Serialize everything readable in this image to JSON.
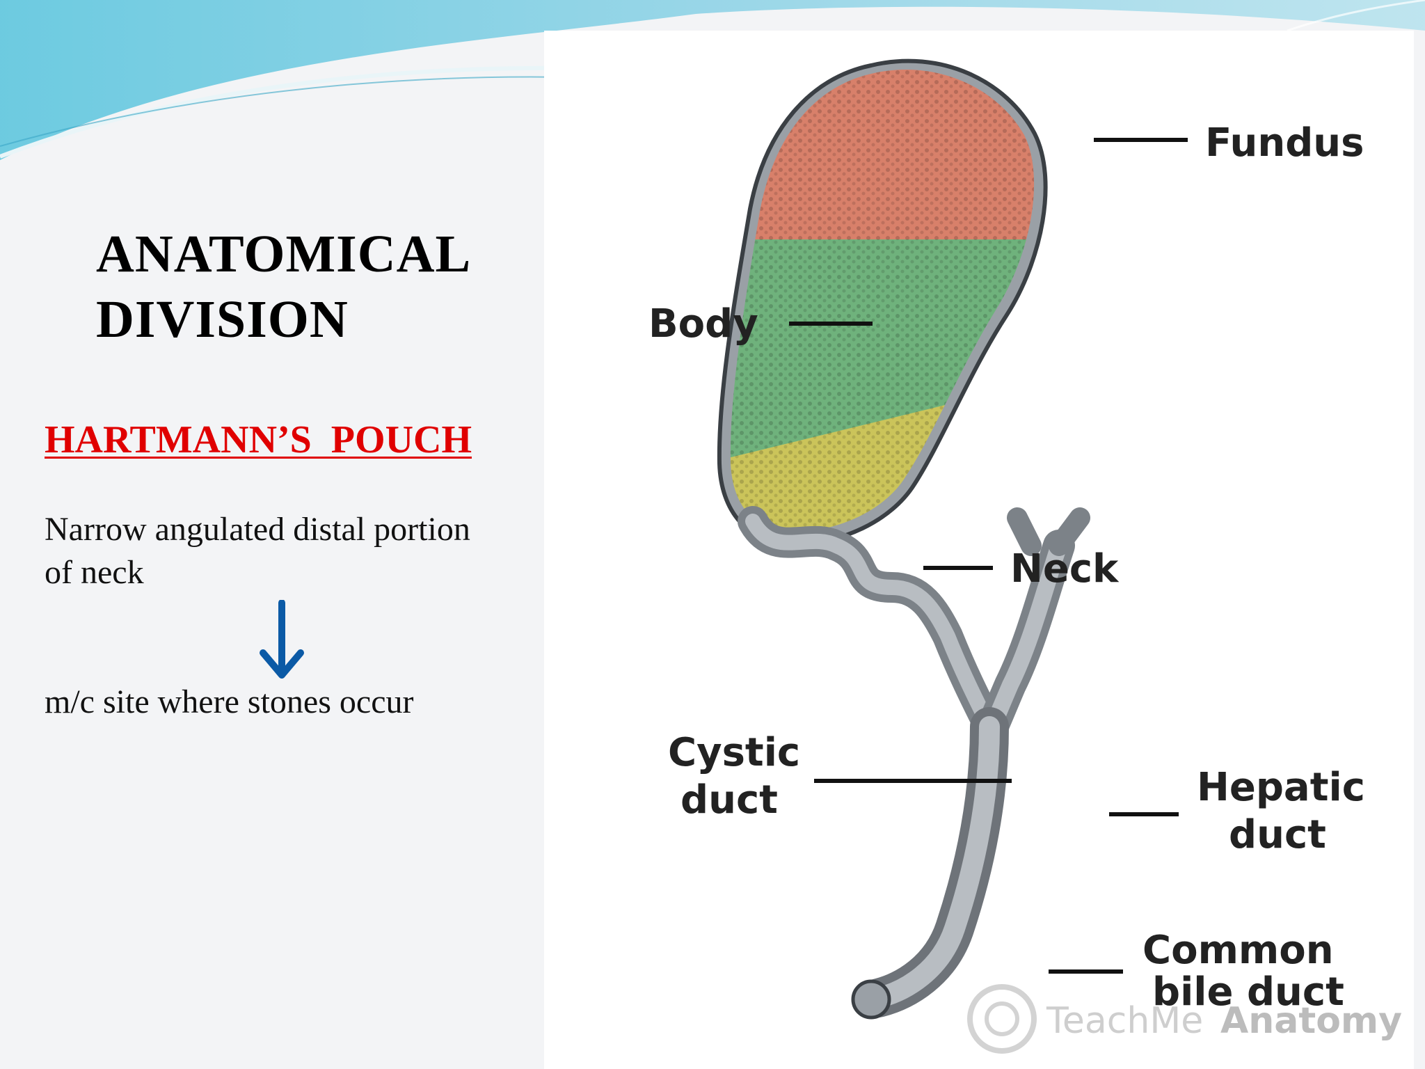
{
  "slide": {
    "title_line1": "ANATOMICAL",
    "title_line2": "DIVISION",
    "subheading": "HARTMANN’S  POUCH",
    "description": "Narrow angulated distal portion of neck",
    "arrow_icon": "down-arrow-icon",
    "conclusion": "m/c site where stones occur"
  },
  "figure": {
    "labels": {
      "fundus": "Fundus",
      "body": "Body",
      "neck": "Neck",
      "cystic_duct_line1": "Cystic",
      "cystic_duct_line2": "duct",
      "hepatic_duct_line1": "Hepatic",
      "hepatic_duct_line2": "duct",
      "common_bile_duct_line1": "Common",
      "common_bile_duct_line2": "bile duct"
    },
    "watermark_light": "TeachMe",
    "watermark_bold": "Anatomy",
    "colors": {
      "fundus": "#d8806a",
      "body": "#6fb27c",
      "neck": "#cbc45a",
      "arrow": "#0b5aa6",
      "subheading": "#e00000"
    }
  }
}
